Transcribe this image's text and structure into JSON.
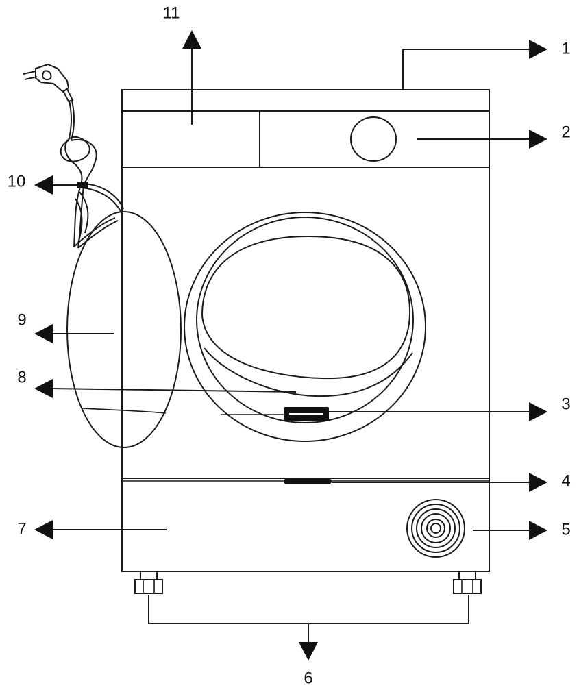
{
  "diagram": {
    "type": "appliance-parts-diagram",
    "subject": "tumble dryer front view",
    "colors": {
      "line": "#1a1a1a",
      "background": "#ffffff"
    },
    "callouts": [
      {
        "id": "1",
        "label": "1",
        "arrow": "right"
      },
      {
        "id": "2",
        "label": "2",
        "arrow": "right"
      },
      {
        "id": "3",
        "label": "3",
        "arrow": "right"
      },
      {
        "id": "4",
        "label": "4",
        "arrow": "right"
      },
      {
        "id": "5",
        "label": "5",
        "arrow": "right"
      },
      {
        "id": "6",
        "label": "6",
        "arrow": "down"
      },
      {
        "id": "7",
        "label": "7",
        "arrow": "left"
      },
      {
        "id": "8",
        "label": "8",
        "arrow": "left"
      },
      {
        "id": "9",
        "label": "9",
        "arrow": "left"
      },
      {
        "id": "10",
        "label": "10",
        "arrow": "left"
      },
      {
        "id": "11",
        "label": "11",
        "arrow": "up"
      }
    ]
  }
}
